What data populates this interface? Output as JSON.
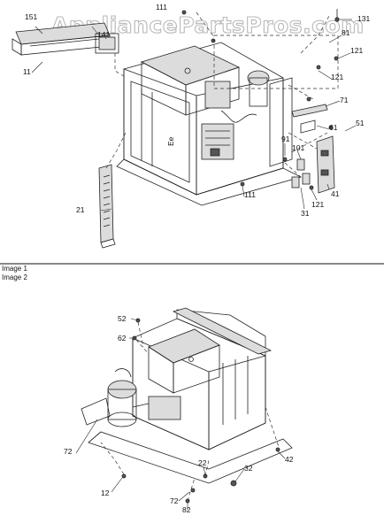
{
  "watermark": "AppliancePartsPros.com",
  "sections": [
    {
      "caption": "Image 1"
    },
    {
      "caption": "Image 2"
    }
  ],
  "callouts_image1": [
    "111",
    "131",
    "151",
    "141",
    "81",
    "121",
    "11",
    "121",
    "71",
    "51",
    "61",
    "91",
    "101",
    "21",
    "111",
    "41",
    "31",
    "121"
  ],
  "callouts_image2": [
    "52",
    "62",
    "72",
    "42",
    "22",
    "32",
    "12",
    "72",
    "82"
  ],
  "colors": {
    "background": "#ffffff",
    "line": "#222222",
    "watermark_outline": "#b8b8b8"
  }
}
